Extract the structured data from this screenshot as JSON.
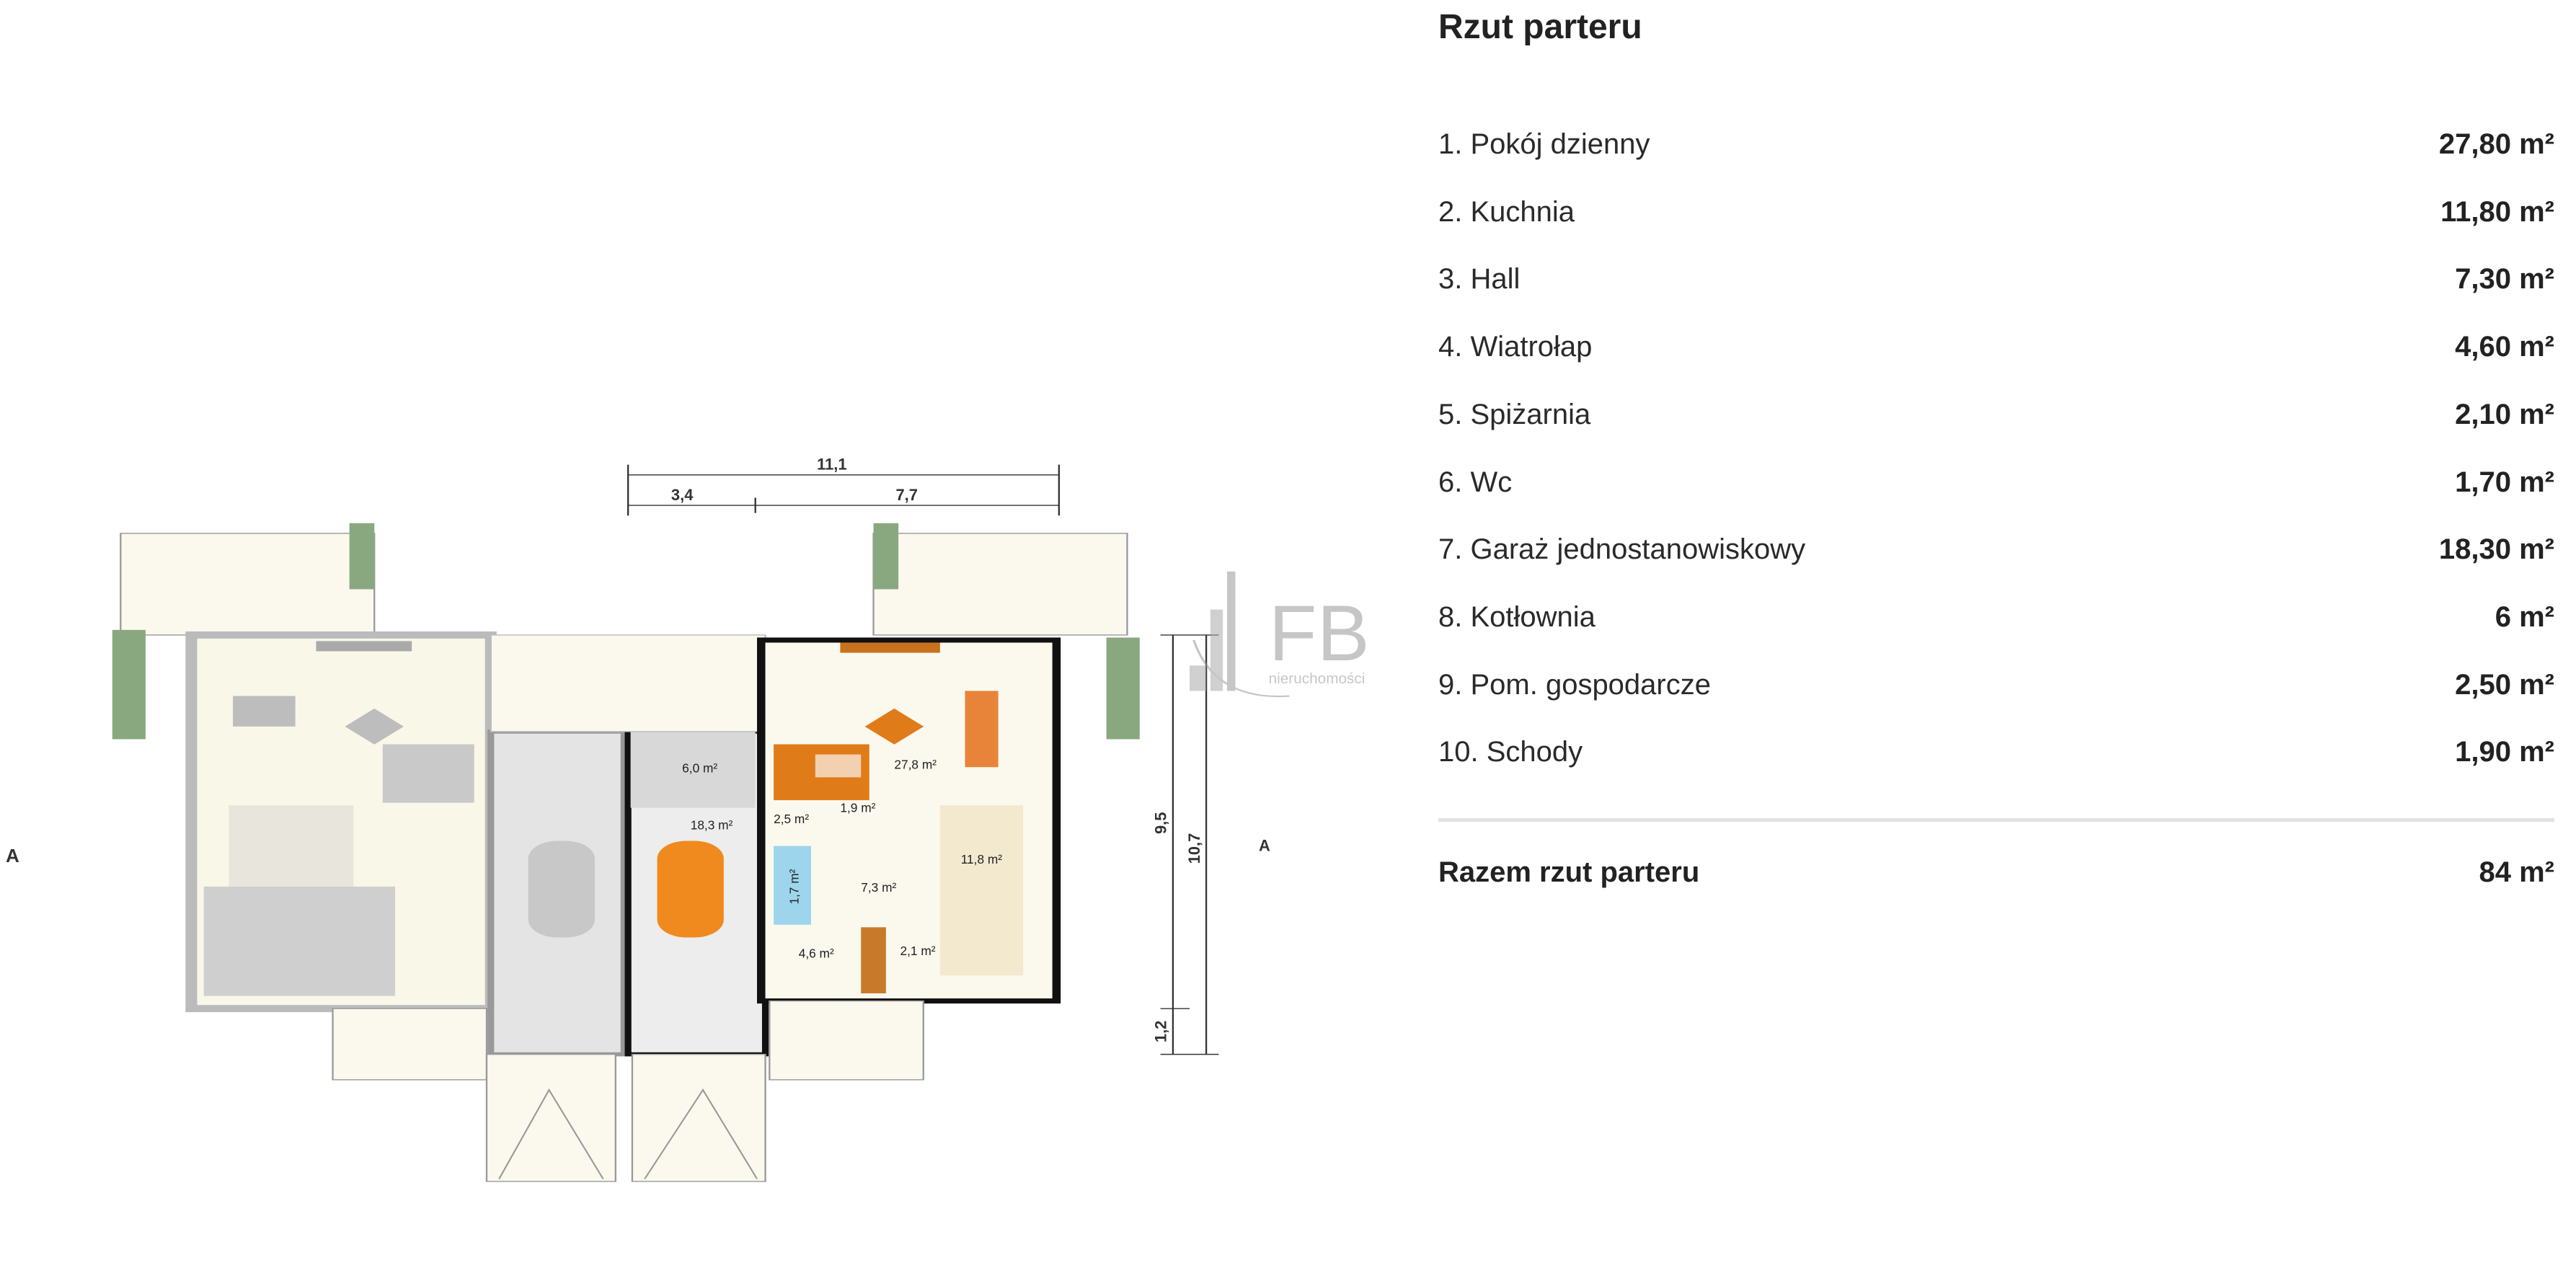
{
  "panel": {
    "title": "Rzut parteru",
    "rooms": [
      {
        "label": "1. Pokój dzienny",
        "area": "27,80 m²"
      },
      {
        "label": "2. Kuchnia",
        "area": "11,80 m²"
      },
      {
        "label": "3. Hall",
        "area": "7,30 m²"
      },
      {
        "label": "4. Wiatrołap",
        "area": "4,60 m²"
      },
      {
        "label": "5. Spiżarnia",
        "area": "2,10 m²"
      },
      {
        "label": "6. Wc",
        "area": "1,70 m²"
      },
      {
        "label": "7. Garaż jednostanowiskowy",
        "area": "18,30 m²"
      },
      {
        "label": "8. Kotłownia",
        "area": "6 m²"
      },
      {
        "label": "9. Pom. gospodarcze",
        "area": "2,50 m²"
      },
      {
        "label": "10. Schody",
        "area": "1,90 m²"
      }
    ],
    "total_label": "Razem rzut parteru",
    "total_area": "84 m²"
  },
  "plan": {
    "dims": {
      "overall_width": "11,1",
      "w1": "3,4",
      "w2": "7,7",
      "h1": "9,5",
      "h2": "10,7",
      "h3": "1,2"
    },
    "section_mark": "A",
    "rooms": {
      "boiler": "6,0 m²",
      "living": "27,8 m²",
      "garage": "18,3 m²",
      "utility": "2,5 m²",
      "stairs": "1,9 m²",
      "wc": "1,7 m²",
      "hall": "7,3 m²",
      "kitchen": "11,8 m²",
      "pantry": "2,1 m²",
      "vestibule": "4,6 m²"
    },
    "watermark": {
      "logo": "FB",
      "sub": "nieruchomości"
    }
  }
}
